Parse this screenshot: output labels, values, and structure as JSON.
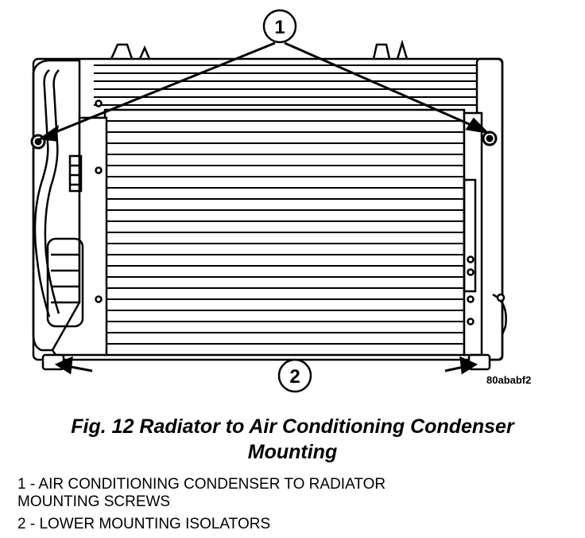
{
  "figure": {
    "callouts": [
      "1",
      "2"
    ],
    "image_code": "80ababf2"
  },
  "caption": {
    "line1": "Fig. 12 Radiator to Air Conditioning Condenser",
    "line2": "Mounting"
  },
  "legend": {
    "items": [
      {
        "line1": "1 - AIR CONDITIONING CONDENSER TO RADIATOR",
        "line2": "MOUNTING SCREWS"
      },
      {
        "line1": "2 - LOWER MOUNTING ISOLATORS"
      }
    ]
  }
}
